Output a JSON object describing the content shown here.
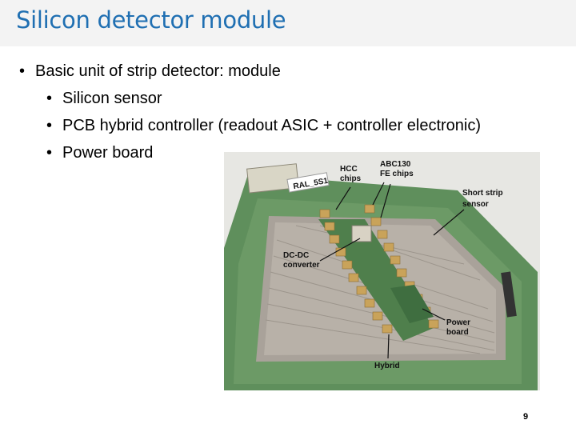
{
  "slide": {
    "title": "Silicon detector module",
    "bullets": [
      {
        "text": "Basic unit of strip detector: module",
        "level": 1
      },
      {
        "text": "Silicon sensor",
        "level": 2
      },
      {
        "text": "PCB hybrid controller (readout ASIC + controller electronic)",
        "level": 2
      },
      {
        "text": "Power board",
        "level": 2
      }
    ],
    "bullet_glyph": "•",
    "page_number": "9"
  },
  "photo": {
    "board_label": "RAL_5S1",
    "labels": {
      "hcc": [
        "HCC",
        "chips"
      ],
      "abc": [
        "ABC130",
        "FE chips"
      ],
      "sensor": [
        "Short strip",
        "sensor"
      ],
      "dcdc": [
        "DC-DC",
        "converter"
      ],
      "power": [
        "Power",
        "board"
      ],
      "hybrid": "Hybrid"
    }
  },
  "colors": {
    "title": "#1f6fb2",
    "title_bar": "#f3f3f3",
    "pcb": "#5f8f5c",
    "sensor": "#a9a29a",
    "chip": "#c9a35a"
  }
}
